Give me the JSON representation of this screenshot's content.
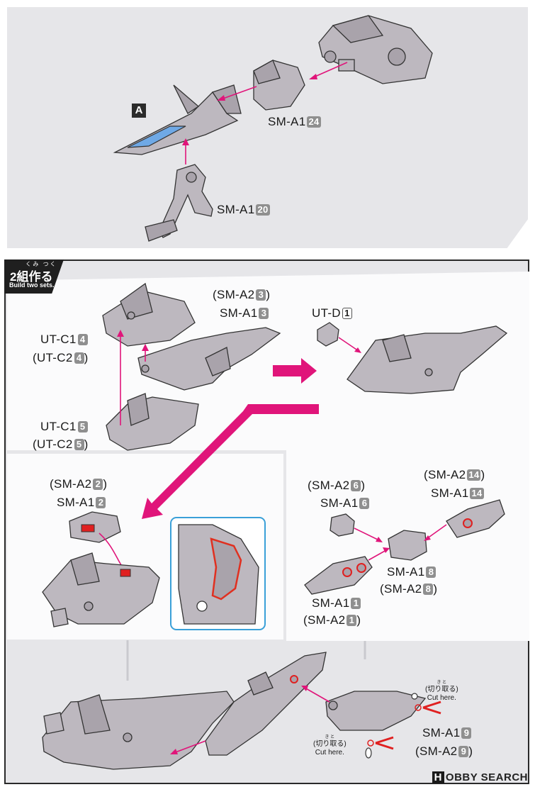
{
  "colors": {
    "accent_arrow": "#e0157a",
    "panel_bg": "#e6e6e9",
    "part_fill": "#bdb8bf",
    "cutter_red": "#e02020",
    "canopy_blue": "#6fa9e6"
  },
  "top": {
    "marker": "A",
    "labels": [
      {
        "text": "SM-A1",
        "num": "24"
      },
      {
        "text": "SM-A1",
        "num": "20"
      }
    ]
  },
  "step": {
    "number_label": "2組作る",
    "ruby": "くみ つく",
    "english": "Build two sets."
  },
  "sec1": {
    "sm_a2_3": {
      "text": "(SM-A2",
      "num": "3",
      "close": ")"
    },
    "sm_a1_3": {
      "text": "SM-A1",
      "num": "3"
    },
    "ut_d": {
      "text": "UT-D",
      "num": "1"
    },
    "ut_c1_4": {
      "text": "UT-C1",
      "num": "4"
    },
    "ut_c2_4": {
      "text": "(UT-C2",
      "num": "4",
      "close": ")"
    },
    "ut_c1_5": {
      "text": "UT-C1",
      "num": "5"
    },
    "ut_c2_5": {
      "text": "(UT-C2",
      "num": "5",
      "close": ")"
    }
  },
  "sec2": {
    "sm_a2_2": {
      "text": "(SM-A2",
      "num": "2",
      "close": ")"
    },
    "sm_a1_2": {
      "text": "SM-A1",
      "num": "2"
    }
  },
  "sec3": {
    "sm_a2_6": {
      "text": "(SM-A2",
      "num": "6",
      "close": ")"
    },
    "sm_a1_6": {
      "text": "SM-A1",
      "num": "6"
    },
    "sm_a2_14": {
      "text": "(SM-A2",
      "num": "14",
      "close": ")"
    },
    "sm_a1_14": {
      "text": "SM-A1",
      "num": "14"
    },
    "sm_a1_8": {
      "text": "SM-A1",
      "num": "8"
    },
    "sm_a2_8": {
      "text": "(SM-A2",
      "num": "8",
      "close": ")"
    },
    "sm_a1_1": {
      "text": "SM-A1",
      "num": "1"
    },
    "sm_a2_1": {
      "text": "(SM-A2",
      "num": "1",
      "close": ")"
    }
  },
  "sec4": {
    "sm_a1_9": {
      "text": "SM-A1",
      "num": "9"
    },
    "sm_a2_9": {
      "text": "(SM-A2",
      "num": "9",
      "close": ")"
    },
    "cut1": {
      "ruby": "き と",
      "jp": "(切り取る)",
      "en": "Cut here."
    },
    "cut2": {
      "ruby": "き と",
      "jp": "(切り取る)",
      "en": "Cut here."
    }
  },
  "watermark": {
    "brand_box": "H",
    "brand": "OBBY SEARCH"
  }
}
